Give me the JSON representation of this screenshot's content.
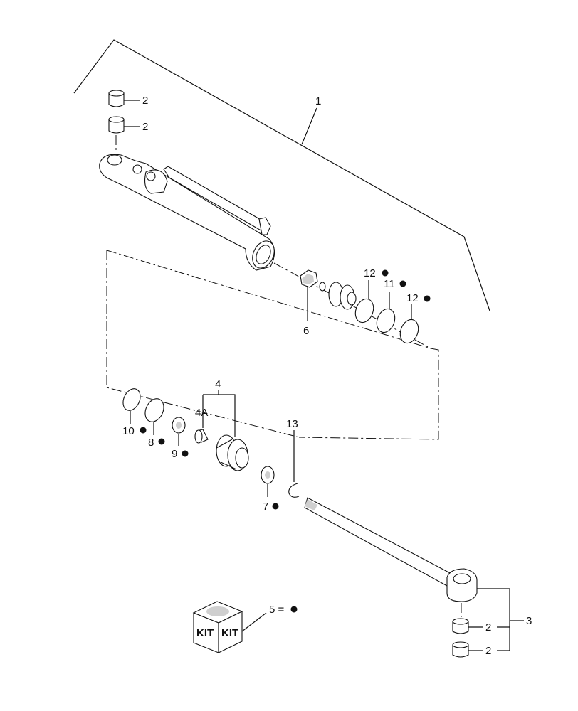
{
  "callouts": {
    "c1": "1",
    "c2a": "2",
    "c2b": "2",
    "c2c": "2",
    "c2d": "2",
    "c3": "3",
    "c4": "4",
    "c4a": "4A",
    "c5": "5 =",
    "c6": "6",
    "c7": "7",
    "c8": "8",
    "c9": "9",
    "c10": "10",
    "c11": "11",
    "c12a": "12",
    "c12b": "12",
    "c13": "13"
  },
  "kit_label_left": "KIT",
  "kit_label_right": "KIT"
}
